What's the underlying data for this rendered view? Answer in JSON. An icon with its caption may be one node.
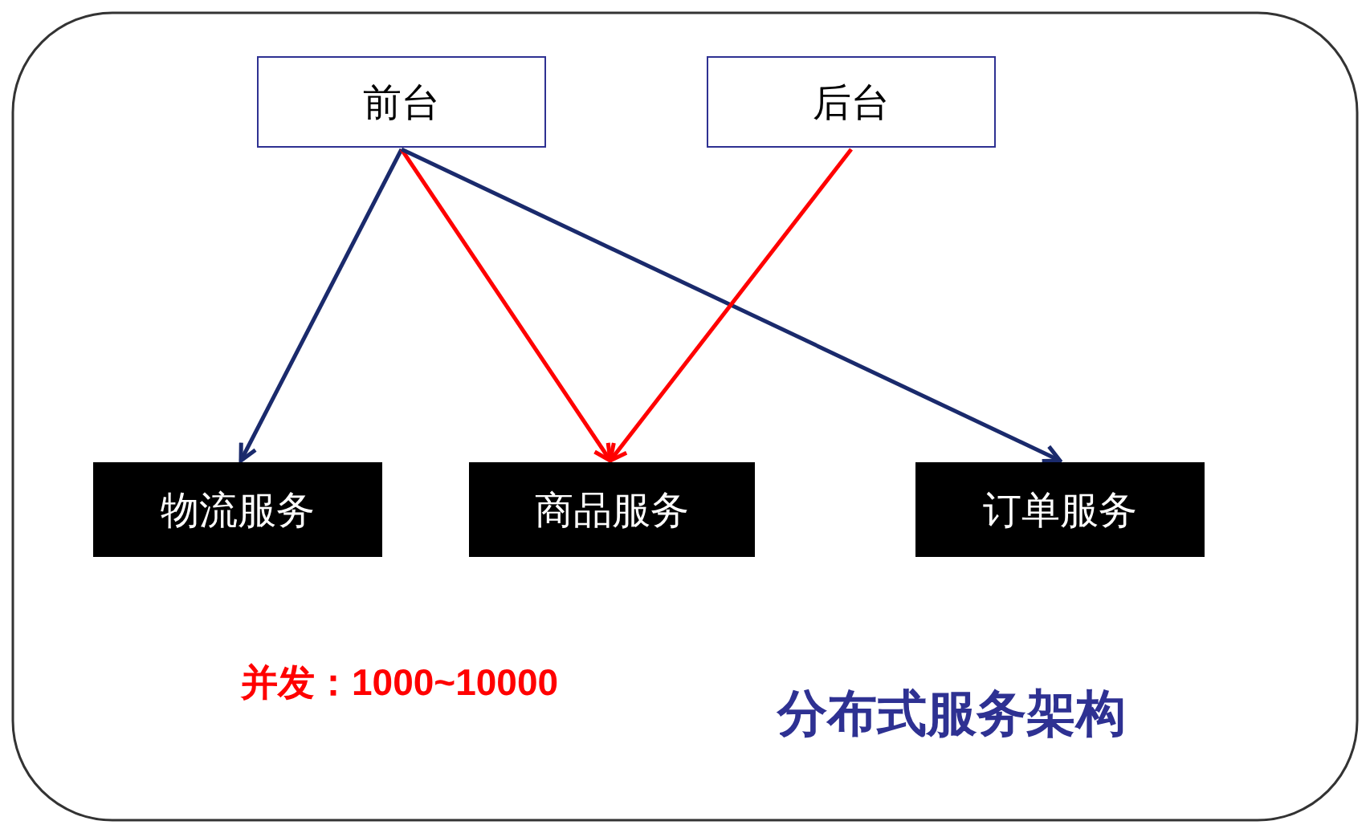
{
  "diagram": {
    "title": "分布式服务架构",
    "nodes": [
      {
        "text": [
          "前台"
        ]
      },
      {
        "text": [
          "后台"
        ]
      },
      {
        "text": [
          "物流服务"
        ]
      },
      {
        "text": [
          "商品服务"
        ]
      },
      {
        "text": [
          "订单服务"
        ]
      }
    ],
    "edges": [
      {
        "from": 0,
        "to": 2,
        "arrow": "to",
        "color": "#1a2a6c"
      },
      {
        "from": 0,
        "to": 3,
        "arrow": "to",
        "color": "#ff0000"
      },
      {
        "from": 0,
        "to": 4,
        "arrow": "to",
        "color": "#1a2a6c"
      },
      {
        "from": 1,
        "to": 3,
        "arrow": "to",
        "color": "#ff0000"
      }
    ],
    "labels": [
      "并发：1000~10000"
    ]
  }
}
